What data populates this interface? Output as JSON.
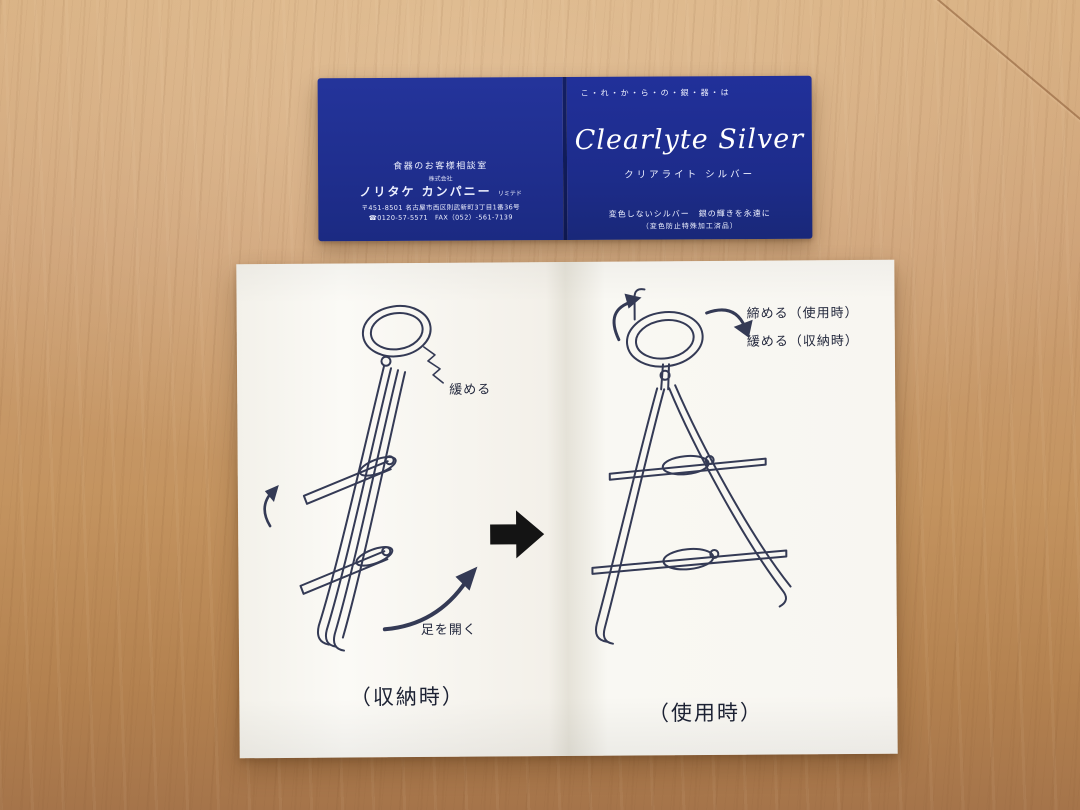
{
  "colors": {
    "booklet_blue": "#203093",
    "paper_white": "#f8f6f0",
    "table_wood": "#c59666",
    "ink": "#343a55"
  },
  "booklet": {
    "left_panel": {
      "heading": "食器のお客様相談室",
      "company_prefix": "株式会社",
      "company": "ノリタケ カンパニー",
      "company_suffix": "リミテド",
      "address": "〒451-8501 名古屋市西区則武新町3丁目1番36号",
      "phone": "☎0120-57-5571　FAX（052）-561-7139"
    },
    "right_panel": {
      "tagline_top": "こ・れ・か・ら・の・銀・器・は",
      "brand": "Clearlyte Silver",
      "brand_katakana": "クリアライト シルバー",
      "tagline_bottom": "変色しないシルバー　銀の輝きを永遠に",
      "tagline_note": "（変色防止特殊加工済品）"
    }
  },
  "sheet": {
    "left_figure": {
      "label_loosen": "緩める",
      "label_open_legs": "足を開く",
      "caption": "（収納時）"
    },
    "right_figure": {
      "label_tighten": "締める（使用時）",
      "label_loosen": "緩める（収納時）",
      "caption": "（使用時）"
    }
  }
}
